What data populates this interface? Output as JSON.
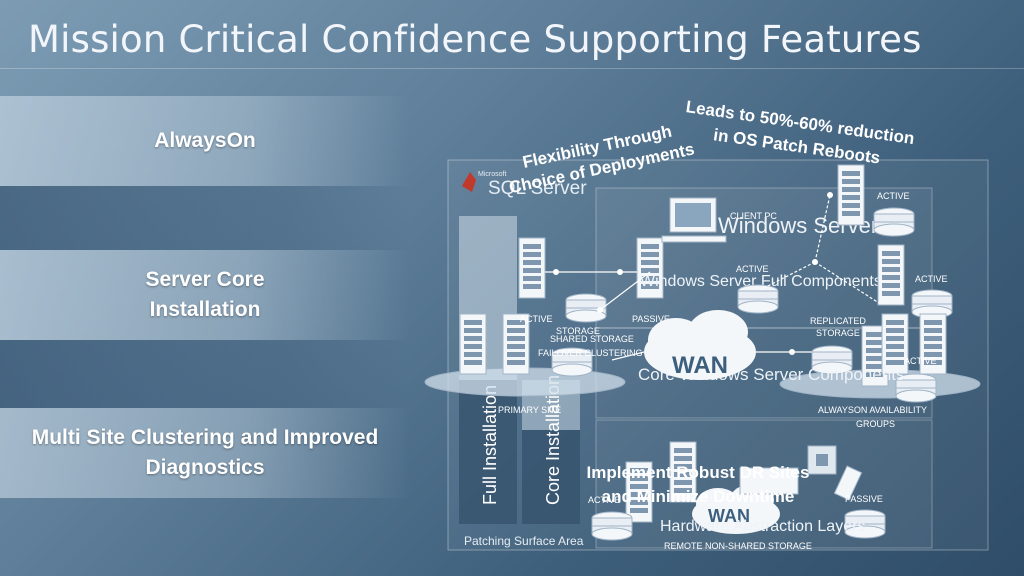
{
  "title": "Mission Critical Confidence Supporting Features",
  "features": [
    {
      "label": "AlwaysOn"
    },
    {
      "label_line1": "Server Core",
      "label_line2": "Installation"
    },
    {
      "label_line1": "Multi Site Clustering and Improved",
      "label_line2": "Diagnostics"
    }
  ],
  "diagram": {
    "logo_small": "Microsoft",
    "logo_main": "SQL Server",
    "windows_server": "Windows Server",
    "windows_full": "Windows Server Full Components",
    "core_components": "Core Windows Server Components",
    "hardware_layers": "Hardware Abstraction Layers",
    "full_install": "Full Installation",
    "core_install": "Core Installation",
    "patching": "Patching Surface Area",
    "wan": "WAN",
    "client_pc": "CLIENT PC",
    "active": "ACTIVE",
    "passive": "PASSIVE",
    "shared_storage": "SHARED STORAGE",
    "failover_clustering": "FAILOVER CLUSTERING",
    "primary_site": "PRIMARY SITE",
    "storage": "STORAGE",
    "replicated": "REPLICATED",
    "availability_line1": "ALWAYSON AVAILABILITY",
    "availability_line2": "GROUPS",
    "remote_storage": "REMOTE NON-SHARED STORAGE",
    "callout_flex_line1": "Flexibility Through",
    "callout_flex_line2": "Choice of Deployments",
    "callout_patch_line1": "Leads to 50%-60% reduction",
    "callout_patch_line2": "in OS Patch Reboots",
    "callout_dr_line1": "Implement Robust DR Sites",
    "callout_dr_line2": "and Minimize Downtime"
  },
  "colors": {
    "accent_red": "#c0392b",
    "panel_dark": "#2c4a66"
  }
}
